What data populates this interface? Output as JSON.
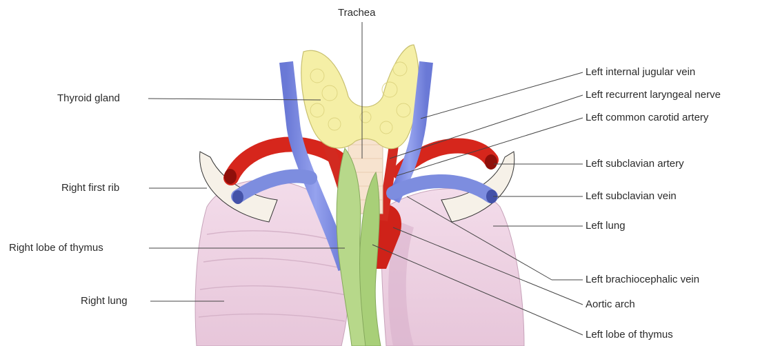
{
  "labels": {
    "trachea": "Trachea",
    "thyroid_gland": "Thyroid gland",
    "right_first_rib": "Right first rib",
    "right_lobe_thymus": "Right lobe of thymus",
    "right_lung": "Right lung",
    "left_internal_jugular_vein": "Left internal jugular vein",
    "left_recurrent_laryngeal_nerve": "Left recurrent laryngeal nerve",
    "left_common_carotid_artery": "Left common carotid artery",
    "left_subclavian_artery": "Left subclavian artery",
    "left_subclavian_vein": "Left subclavian vein",
    "left_lung": "Left lung",
    "left_brachiocephalic_vein": "Left brachiocephalic vein",
    "aortic_arch": "Aortic arch",
    "left_lobe_thymus": "Left lobe of thymus"
  },
  "colors": {
    "lung": "#eed3e3",
    "lung_shade": "#dcb6cf",
    "thyroid": "#f5f0a8",
    "thymus": "#b9d98a",
    "vein": "#7f8fe0",
    "artery": "#d8261c",
    "trachea": "#f7e3cf",
    "rib": "#f4efe6",
    "leader": "#444444"
  }
}
